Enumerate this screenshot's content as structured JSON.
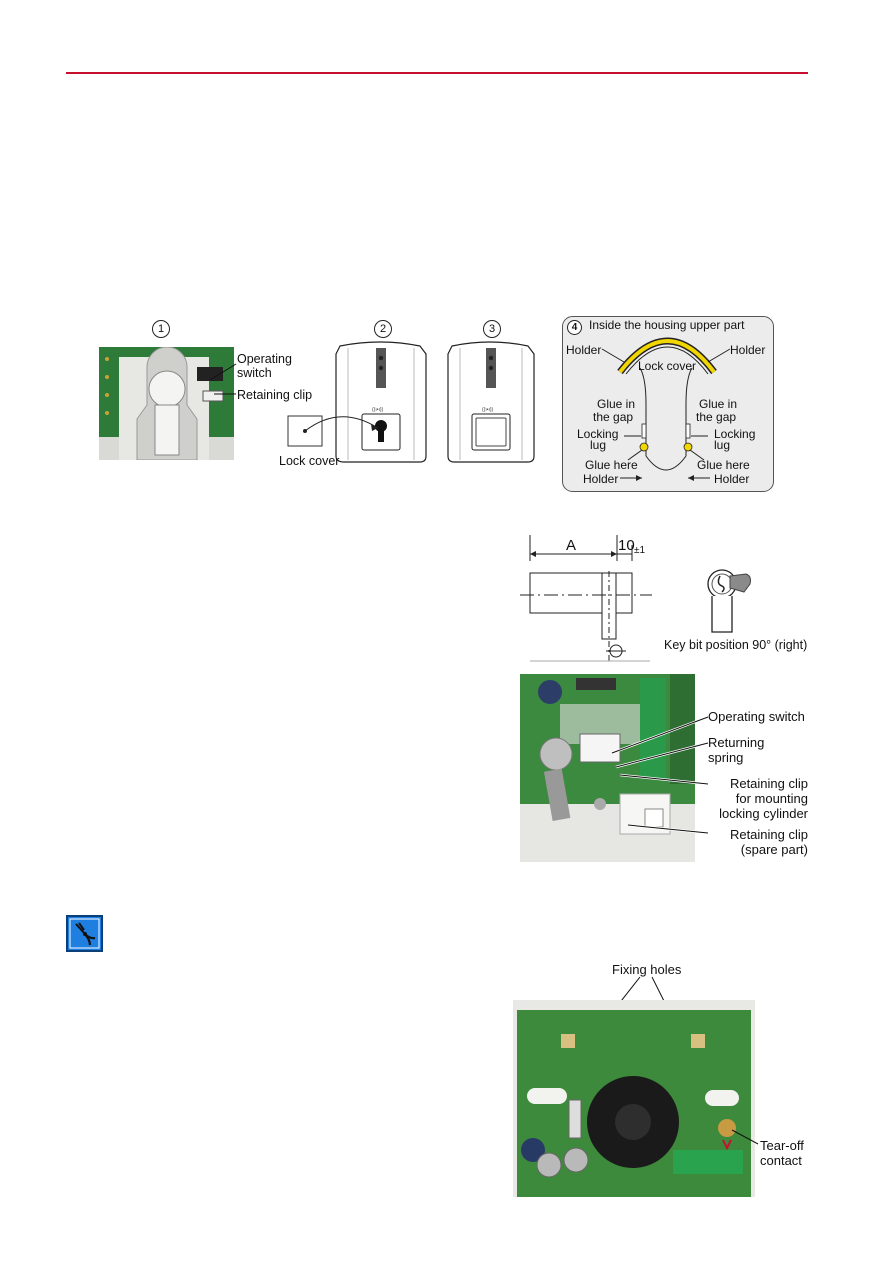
{
  "fig1": {
    "num": "1",
    "operating_switch_l1": "Operating",
    "operating_switch_l2": "switch",
    "retaining_clip": "Retaining clip"
  },
  "fig2": {
    "num": "2",
    "lock_cover": "Lock cover"
  },
  "fig3": {
    "num": "3"
  },
  "fig4": {
    "num": "4",
    "title": "Inside the housing upper part",
    "holder": "Holder",
    "lock_cover": "Lock cover",
    "glue_gap_l1": "Glue in",
    "glue_gap_l2": "the gap",
    "locking_lug_l1": "Locking",
    "locking_lug_l2": "lug",
    "glue_here": "Glue here"
  },
  "dimension": {
    "a": "A",
    "ten": "10",
    "tol": "±1"
  },
  "key": {
    "caption": "Key bit position 90° (right)"
  },
  "reader_photo": {
    "operating_switch": "Operating switch",
    "returning_l1": "Returning",
    "returning_l2": "spring",
    "clip_mount_l1": "Retaining clip",
    "clip_mount_l2": "for  mounting",
    "clip_mount_l3": "locking cylinder",
    "clip_spare_l1": "Retaining clip",
    "clip_spare_l2": "(spare part)"
  },
  "tool_icon": "pliers-icon",
  "base_photo": {
    "fixing_holes": "Fixing holes",
    "tearoff_l1": "Tear-off",
    "tearoff_l2": "contact"
  },
  "colors": {
    "rule": "#c8102e",
    "icon_bg": "#1f7fe0",
    "glue": "#f2d600"
  }
}
